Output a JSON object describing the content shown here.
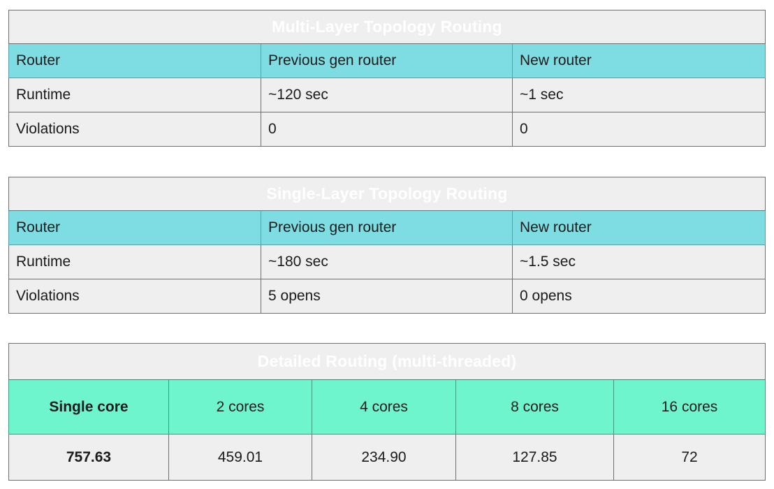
{
  "page": {
    "background": "#ffffff",
    "colors": {
      "title_blue": "#135b9b",
      "title_green": "#0f9f71",
      "header_cyan": "#7ddde2",
      "header_mint": "#6ff5ce",
      "data_gray": "#efefef",
      "border_gray": "#6f6f6f",
      "text_dark": "#1a1a1a",
      "text_light": "#ffffff"
    }
  },
  "tables": [
    {
      "id": "multi-layer",
      "title": "Multi-Layer Topology Routing",
      "columns": [
        "Router",
        "Previous gen router",
        "New router"
      ],
      "rows": [
        {
          "label": "Runtime",
          "values": [
            "~120 sec",
            "~1 sec"
          ]
        },
        {
          "label": "Violations",
          "values": [
            "0",
            "0"
          ]
        }
      ]
    },
    {
      "id": "single-layer",
      "title": "Single-Layer Topology Routing",
      "columns": [
        "Router",
        "Previous gen router",
        "New router"
      ],
      "rows": [
        {
          "label": "Runtime",
          "values": [
            "~180 sec",
            "~1.5 sec"
          ]
        },
        {
          "label": "Violations",
          "values": [
            "5 opens",
            "0 opens"
          ]
        }
      ]
    },
    {
      "id": "detailed",
      "title": "Detailed Routing (multi-threaded)",
      "columns": [
        "Single core",
        "2 cores",
        "4 cores",
        "8 cores",
        "16 cores"
      ],
      "rows": [
        {
          "values": [
            "757.63",
            "459.01",
            "234.90",
            "127.85",
            "72"
          ]
        }
      ]
    }
  ]
}
